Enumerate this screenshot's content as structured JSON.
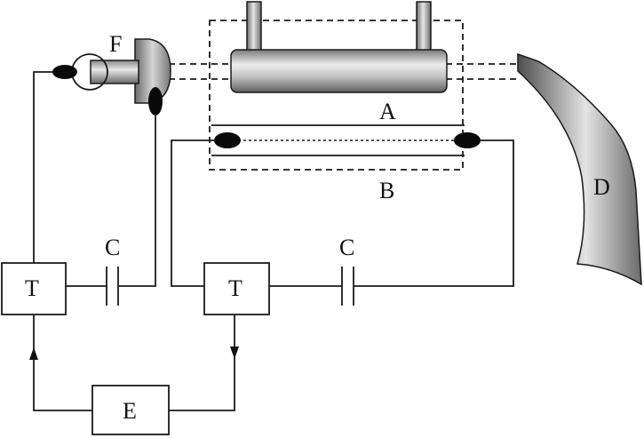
{
  "labels": {
    "f": "F",
    "a": "A",
    "b": "B",
    "d": "D",
    "c_left": "C",
    "c_right": "C",
    "t_left": "T",
    "t_right": "T",
    "e": "E"
  },
  "colors": {
    "line": "#1a1a1a",
    "cylinder_dark": "#6e6e6e",
    "cylinder_light": "#e2e2e2",
    "horn_dark": "#5a5a5a",
    "horn_light": "#dcdcdc"
  }
}
